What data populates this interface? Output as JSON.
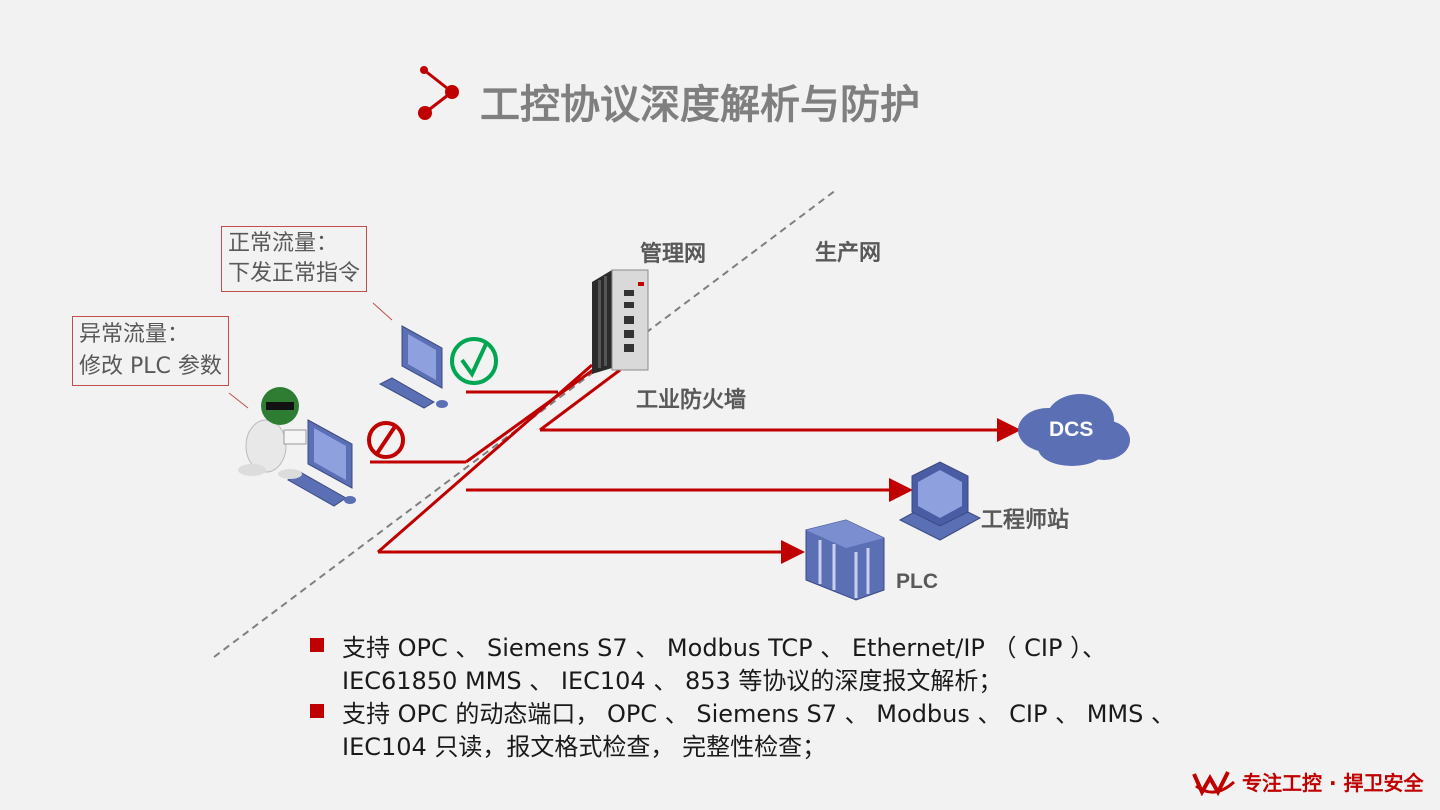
{
  "title": "工控协议深度解析与防护",
  "callouts": {
    "normal": {
      "line1": "正常流量：",
      "line2": "下发正常指令"
    },
    "abnormal": {
      "line1": "异常流量：",
      "line2": "修改 PLC 参数"
    }
  },
  "labels": {
    "mgmt_net": "管理网",
    "prod_net": "生产网",
    "firewall": "工业防火墙",
    "dcs": "DCS",
    "engineer": "工程师站",
    "plc": "PLC"
  },
  "bullets": [
    "支持 OPC 、 Siemens S7 、 Modbus TCP 、 Ethernet/IP （ CIP ）、 IEC61850 MMS 、 IEC104 、 853  等协议的深度报文解析；",
    "支持  OPC  的动态端口， OPC 、 Siemens S7 、 Modbus 、 CIP 、 MMS 、 IEC104  只读，报文格式检查， 完整性检查；"
  ],
  "brand": "专注工控 · 捍卫安全",
  "colors": {
    "accent": "#c00000",
    "device": "#5b6fb5",
    "text_gray": "#595959"
  }
}
